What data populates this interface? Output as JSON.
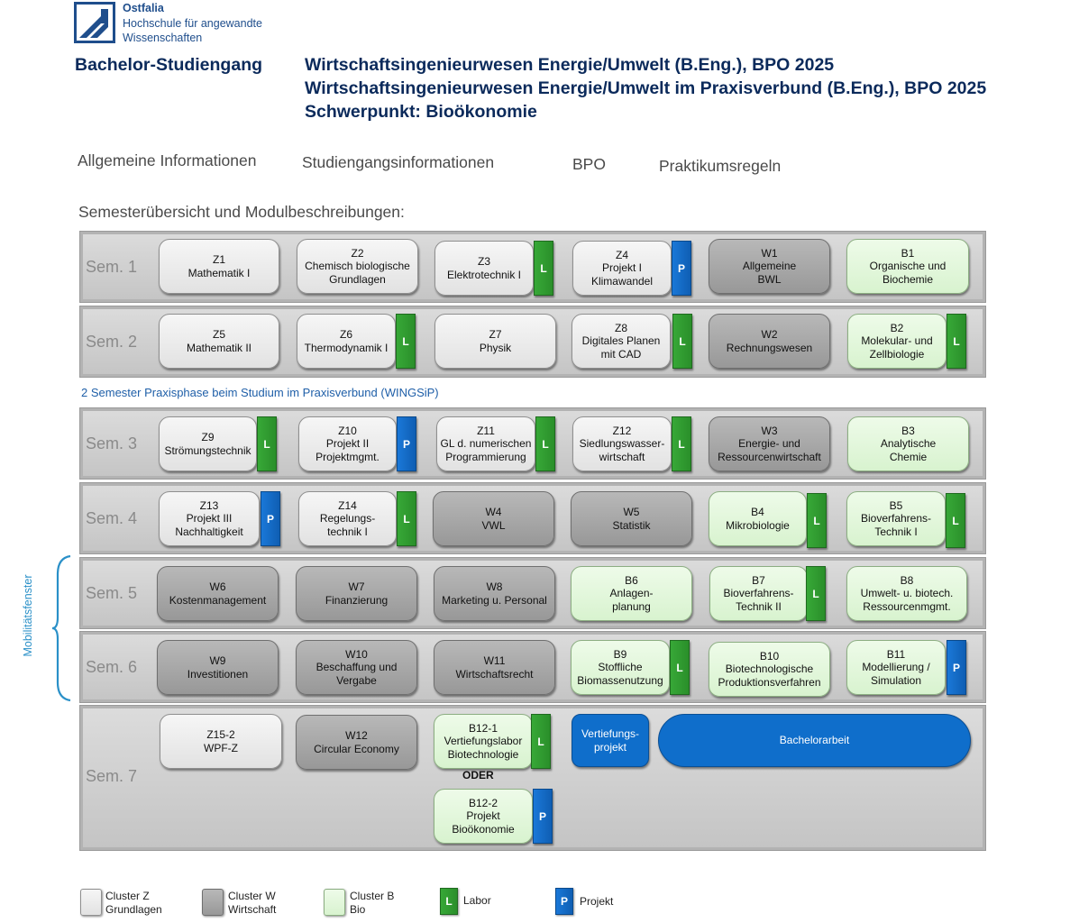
{
  "logo": {
    "brand": "Ostfalia",
    "line1": "Hochschule für angewandte",
    "line2": "Wissenschaften"
  },
  "header": {
    "label": "Bachelor-Studiengang",
    "line1": "Wirtschaftsingenieurwesen Energie/Umwelt (B.Eng.), BPO 2025",
    "line2": "Wirtschaftsingenieurwesen Energie/Umwelt im Praxisverbund (B.Eng.), BPO 2025",
    "line3": "Schwerpunkt: Bioökonomie"
  },
  "nav": {
    "allgemein": "Allgemeine Informationen",
    "studiengang": "Studiengangsinformationen",
    "bpo": "BPO",
    "praktikum": "Praktikumsregeln"
  },
  "section_title": "Semesterübersicht und Modulbeschreibungen:",
  "semesters": {
    "s1": "Sem. 1",
    "s2": "Sem. 2",
    "s3": "Sem. 3",
    "s4": "Sem. 4",
    "s5": "Sem. 5",
    "s6": "Sem. 6",
    "s7": "Sem. 7"
  },
  "praxis_note": "2 Semester Praxisphase beim Studium im Praxisverbund (WINGSiP)",
  "mobility": "Mobilitätsfenster",
  "oder": "ODER",
  "tags": {
    "labor": "L",
    "projekt": "P"
  },
  "modules": {
    "z1": "Z1\nMathematik I",
    "z2": "Z2\nChemisch biologische\nGrundlagen",
    "z3": "Z3\nElektrotechnik I",
    "z4": "Z4\nProjekt I\nKlimawandel",
    "w1": "W1\nAllgemeine\nBWL",
    "b1": "B1\nOrganische und\nBiochemie",
    "z5": "Z5\nMathematik II",
    "z6": "Z6\nThermodynamik I",
    "z7": "Z7\nPhysik",
    "z8": "Z8\nDigitales Planen\nmit CAD",
    "w2": "W2\nRechnungswesen",
    "b2": "B2\nMolekular- und\nZellbiologie",
    "z9": "Z9\nStrömungstechnik",
    "z10": "Z10\nProjekt II\nProjektmgmt.",
    "z11": "Z11\nGL d. numerischen\nProgrammierung",
    "z12": "Z12\nSiedlungswasser-\nwirtschaft",
    "w3": "W3\nEnergie- und\nRessourcenwirtschaft",
    "b3": "B3\nAnalytische\nChemie",
    "z13": "Z13\nProjekt III\nNachhaltigkeit",
    "z14": "Z14\nRegelungs-\ntechnik I",
    "w4": "W4\nVWL",
    "w5": "W5\nStatistik",
    "b4": "B4\nMikrobiologie",
    "b5": "B5\nBioverfahrens-\nTechnik I",
    "w6": "W6\nKostenmanagement",
    "w7": "W7\nFinanzierung",
    "w8": "W8\nMarketing u. Personal",
    "b6": "B6\nAnlagen-\nplanung",
    "b7": "B7\nBioverfahrens-\nTechnik II",
    "b8": "B8\nUmwelt- u. biotech.\nRessourcenmgmt.",
    "w9": "W9\nInvestitionen",
    "w10": "W10\nBeschaffung und\nVergabe",
    "w11": "W11\nWirtschaftsrecht",
    "b9": "B9\nStoffliche\nBiomassenutzung",
    "b10": "B10\nBiotechnologische\nProduktionsverfahren",
    "b11": "B11\nModellierung /\nSimulation",
    "z15": "Z15-2\nWPF-Z",
    "w12": "W12\nCircular Economy",
    "b12_1": "B12-1\nVertiefungslabor\nBiotechnologie",
    "b12_2": "B12-2\nProjekt\nBioökonomie",
    "vertiefung": "Vertiefungs-\nprojekt",
    "bachelor": "Bachelorarbeit"
  },
  "legend": {
    "z": "Cluster Z\nGrundlagen",
    "w": "Cluster W\nWirtschaft",
    "b": "Cluster B\nBio",
    "labor": "Labor",
    "projekt": "Projekt"
  },
  "colors": {
    "header": "#0b2a5b",
    "brand": "#1f4e8c",
    "cluster_z": "#ececec",
    "cluster_w": "#a8a8a8",
    "cluster_b": "#e2f6da",
    "labor": "#2f9a2f",
    "projekt": "#146ac6",
    "praxis_note": "#1f5fa8",
    "mobility": "#2a90c8"
  }
}
